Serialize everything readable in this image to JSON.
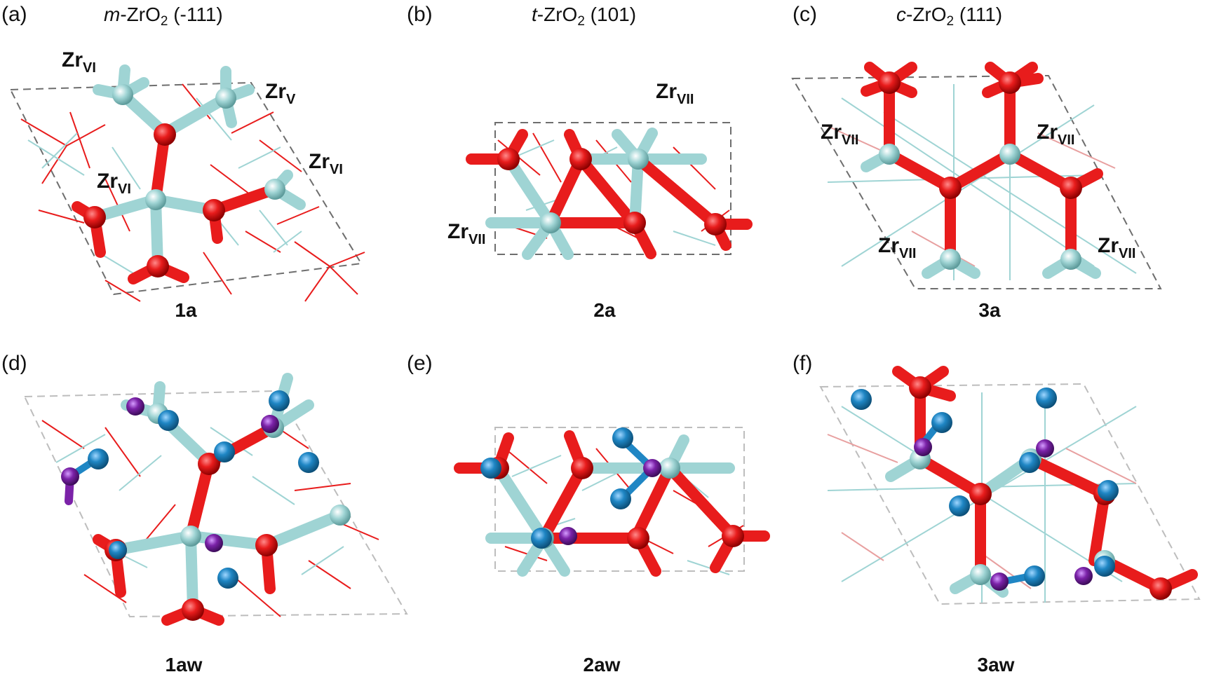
{
  "colors": {
    "zirconium": "#9fd4d4",
    "oxygen": "#e81c1c",
    "hydrogen": "#1f86c4",
    "adsorbate": "#7b22a8",
    "cell_edge": "#6e6e6e",
    "text": "#111111"
  },
  "panels": [
    {
      "label": "(a)",
      "title": {
        "prefix": "m",
        "formula": "-ZrO",
        "sub": "2",
        "suffix": " (-111)"
      },
      "caption": "1a",
      "zr_labels": [
        {
          "base": "Zr",
          "sub": "VI"
        },
        {
          "base": "Zr",
          "sub": "V"
        },
        {
          "base": "Zr",
          "sub": "VI"
        },
        {
          "base": "Zr",
          "sub": "VI"
        }
      ]
    },
    {
      "label": "(b)",
      "title": {
        "prefix": "t",
        "formula": "-ZrO",
        "sub": "2",
        "suffix": " (101)"
      },
      "caption": "2a",
      "zr_labels": [
        {
          "base": "Zr",
          "sub": "VII"
        },
        {
          "base": "Zr",
          "sub": "VII"
        }
      ]
    },
    {
      "label": "(c)",
      "title": {
        "prefix": "c",
        "formula": "-ZrO",
        "sub": "2",
        "suffix": " (111)"
      },
      "caption": "3a",
      "zr_labels": [
        {
          "base": "Zr",
          "sub": "VII"
        },
        {
          "base": "Zr",
          "sub": "VII"
        },
        {
          "base": "Zr",
          "sub": "VII"
        },
        {
          "base": "Zr",
          "sub": "VII"
        }
      ]
    },
    {
      "label": "(d)",
      "caption": "1aw"
    },
    {
      "label": "(e)",
      "caption": "2aw"
    },
    {
      "label": "(f)",
      "caption": "3aw"
    }
  ]
}
